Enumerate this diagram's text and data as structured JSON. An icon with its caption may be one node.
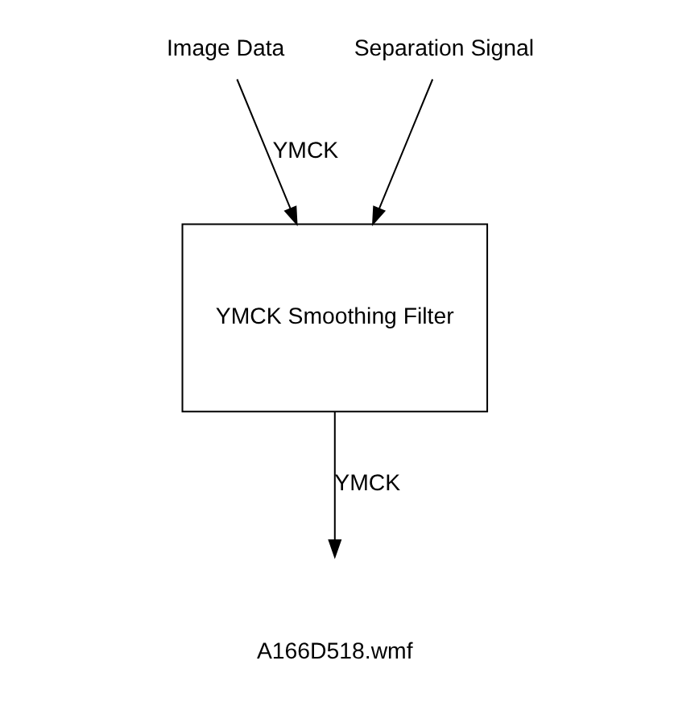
{
  "diagram": {
    "nodes": [
      {
        "text": [
          "Image Data"
        ]
      },
      {
        "text": [
          "Separation Signal"
        ]
      },
      {
        "text": [
          "YMCK Smoothing Filter"
        ]
      }
    ],
    "edges": [
      {
        "from": 0,
        "to": 2,
        "arrow": "to",
        "label": "YMCK"
      },
      {
        "from": 1,
        "to": 2,
        "arrow": "to"
      },
      {
        "from": 2,
        "to": null,
        "arrow": "to",
        "label": "YMCK"
      }
    ],
    "labels": [
      "A166D518.wmf"
    ]
  }
}
